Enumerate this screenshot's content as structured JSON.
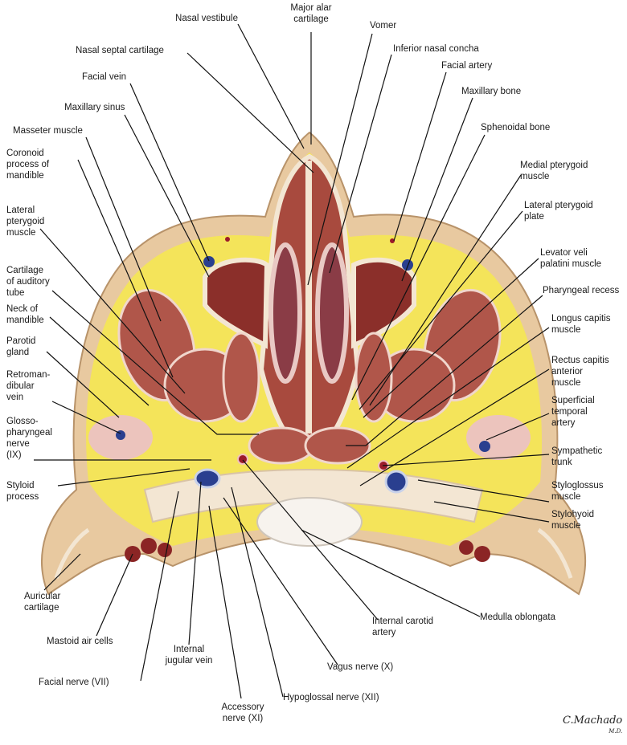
{
  "labels": {
    "nasal_vestibule": "Nasal vestibule",
    "major_alar_cartilage": "Major alar\ncartilage",
    "vomer": "Vomer",
    "nasal_septal_cartilage": "Nasal septal cartilage",
    "inferior_nasal_concha": "Inferior nasal concha",
    "facial_artery": "Facial artery",
    "facial_vein": "Facial vein",
    "maxillary_bone": "Maxillary bone",
    "maxillary_sinus": "Maxillary sinus",
    "sphenoidal_bone": "Sphenoidal bone",
    "masseter_muscle": "Masseter muscle",
    "coronoid_process": "Coronoid\nprocess of\nmandible",
    "medial_pterygoid": "Medial pterygoid\nmuscle",
    "lateral_pterygoid_muscle": "Lateral\npterygoid\nmuscle",
    "lateral_pterygoid_plate": "Lateral pterygoid\nplate",
    "levator_veli": "Levator veli\npalatini muscle",
    "cartilage_auditory_tube": "Cartilage\nof auditory\ntube",
    "pharyngeal_recess": "Pharyngeal recess",
    "neck_of_mandible": "Neck of\nmandible",
    "longus_capitis": "Longus capitis\nmuscle",
    "parotid_gland": "Parotid\ngland",
    "rectus_capitis": "Rectus capitis\nanterior\nmuscle",
    "retromandibular_vein": "Retroman-\ndibular\nvein",
    "superficial_temporal_artery": "Superficial\ntemporal\nartery",
    "glossopharyngeal_nerve": "Glosso-\npharyngeal\nnerve\n(IX)",
    "sympathetic_trunk": "Sympathetic\ntrunk",
    "styloid_process": "Styloid\nprocess",
    "styloglossus": "Styloglossus\nmuscle",
    "stylohyoid": "Stylohyoid\nmuscle",
    "auricular_cartilage": "Auricular\ncartilage",
    "medulla_oblongata": "Medulla oblongata",
    "internal_carotid": "Internal carotid\nartery",
    "mastoid_air_cells": "Mastoid air cells",
    "internal_jugular": "Internal\njugular vein",
    "vagus_nerve": "Vagus nerve (X)",
    "facial_nerve": "Facial nerve (VII)",
    "hypoglossal_nerve": "Hypoglossal nerve (XII)",
    "accessory_nerve": "Accessory\nnerve (XI)"
  },
  "signature": {
    "name": "C.Machado",
    "suffix": "M.D."
  },
  "colors": {
    "skin": "#e8c9a0",
    "fat": "#f4e45a",
    "muscle": "#b0564a",
    "bone": "#f3e6d3",
    "vein": "#2a3f8f",
    "artery": "#9b1b2a",
    "mucosa": "#a84a3e"
  }
}
